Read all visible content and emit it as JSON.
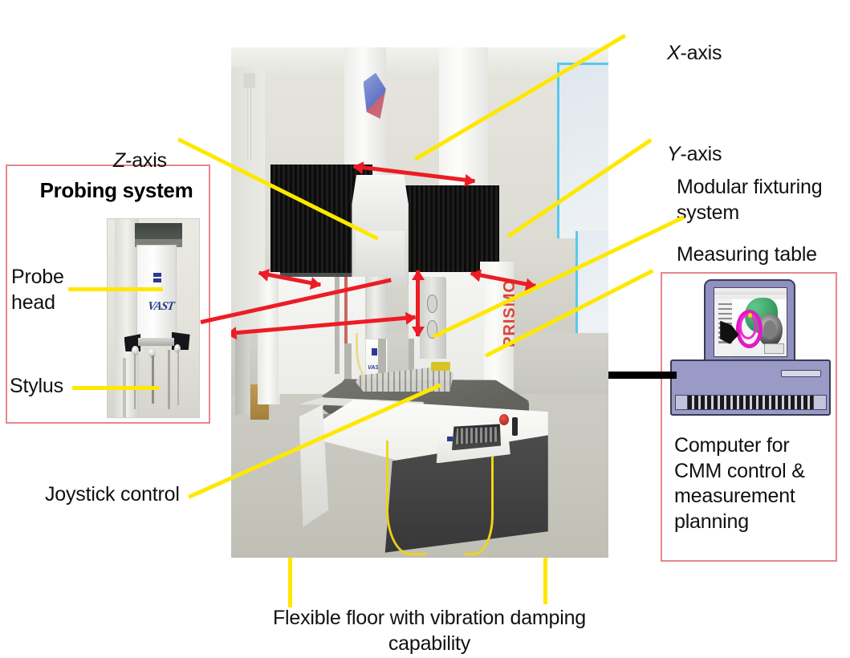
{
  "figure": {
    "type": "annotated-photograph",
    "subject": "Coordinate measuring machine (CMM) with callout labels",
    "machine_brand_text": "PRISMO",
    "probe_brand_text": "VAST"
  },
  "callouts": {
    "x_axis": {
      "label_prefix": "X",
      "label_suffix": "-axis",
      "full": "X-axis"
    },
    "y_axis": {
      "label_prefix": "Y",
      "label_suffix": "-axis",
      "full": "Y-axis"
    },
    "z_axis": {
      "label_prefix": "Z",
      "label_suffix": "-axis",
      "full": "Z-axis"
    },
    "modular_fixturing": "Modular fixturing\nsystem",
    "measuring_table": "Measuring table",
    "joystick_control": "Joystick control",
    "bottom_caption": "Flexible floor with vibration damping\ncapability"
  },
  "probing_inset": {
    "title": "Probing system",
    "probe_head_label": "Probe\nhead",
    "stylus_label": "Stylus",
    "photo_brand": "VAST"
  },
  "computer_inset": {
    "caption": "Computer for\nCMM control &\nmeasurement\nplanning"
  },
  "colors": {
    "leader_yellow": "#FFE800",
    "arrow_red": "#ED1C24",
    "inset_border": "#E8868A",
    "connector_black": "#000000",
    "prismo_red": "#D9453C",
    "zeiss_blue": "#2B3A8F",
    "text_black": "#111111"
  }
}
